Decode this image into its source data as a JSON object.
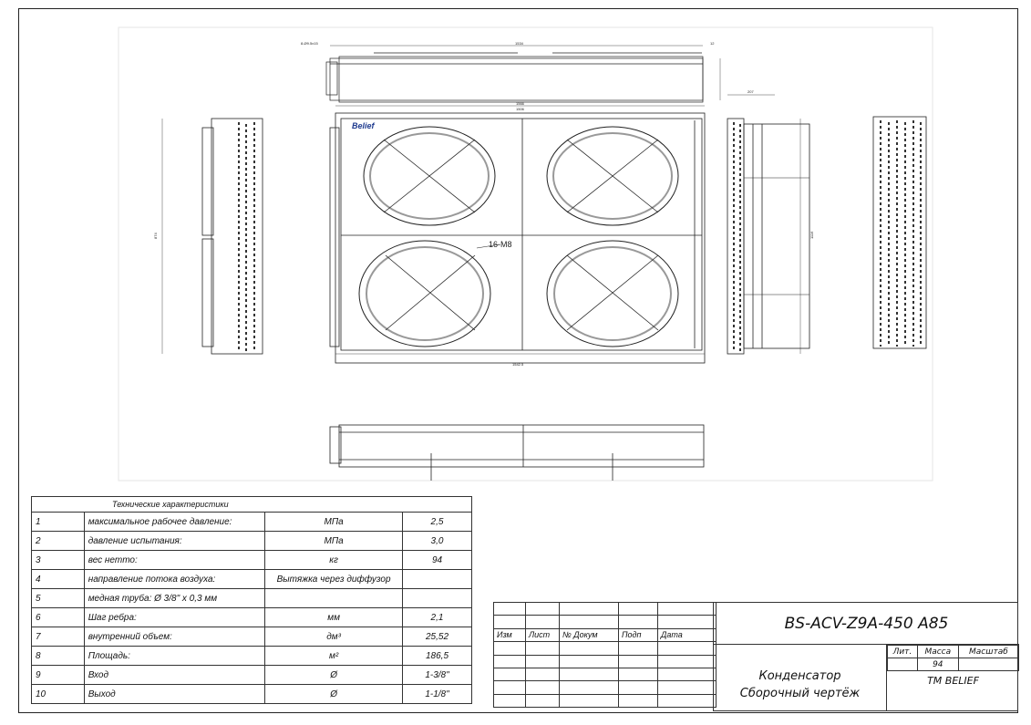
{
  "drawing": {
    "dimensions": {
      "top_holes": "8-Ø9.5x15",
      "top_length": "1534",
      "top_side": "12",
      "front_width_outer": "1566",
      "front_width_inner": "1506",
      "front_width_bottom": "1542.5",
      "left_height": "874",
      "side_top": "207",
      "side_height": "1116",
      "fan_mount": "16-M8"
    },
    "brand_logo": "Belief"
  },
  "spec_table": {
    "title": "Технические характеристики",
    "rows": [
      {
        "num": "1",
        "desc": "максимальное рабочее давление:",
        "unit": "МПа",
        "value": "2,5"
      },
      {
        "num": "2",
        "desc": "давление испытания:",
        "unit": "МПа",
        "value": "3,0"
      },
      {
        "num": "3",
        "desc": "вес нетто:",
        "unit": "кг",
        "value": "94"
      },
      {
        "num": "4",
        "desc": "направление потока воздуха:",
        "unit": "Вытяжка через диффузор",
        "value": ""
      },
      {
        "num": "5",
        "desc": "медная труба: Ø 3/8\" x 0,3 мм",
        "unit": "",
        "value": ""
      },
      {
        "num": "6",
        "desc": "Шаг ребра:",
        "unit": "мм",
        "value": "2,1"
      },
      {
        "num": "7",
        "desc": "внутренний объем:",
        "unit": "дм³",
        "value": "25,52"
      },
      {
        "num": "8",
        "desc": "Площадь:",
        "unit": "м²",
        "value": "186,5"
      },
      {
        "num": "9",
        "desc": "Вход",
        "unit": "Ø",
        "value": "1-3/8\""
      },
      {
        "num": "10",
        "desc": "Выход",
        "unit": "Ø",
        "value": "1-1/8\""
      }
    ]
  },
  "title_block": {
    "headers": {
      "izm": "Изм",
      "list": "Лист",
      "doc": "№ Докум",
      "podp": "Подп",
      "date": "Дата"
    },
    "model": "BS-ACV-Z9A-450 A85",
    "name_line1": "Конденсатор",
    "name_line2": "Сборочный чертёж",
    "lit_label": "Лит.",
    "mass_label": "Масса",
    "scale_label": "Масштаб",
    "mass_value": "94",
    "company": "ТМ BELIEF"
  }
}
